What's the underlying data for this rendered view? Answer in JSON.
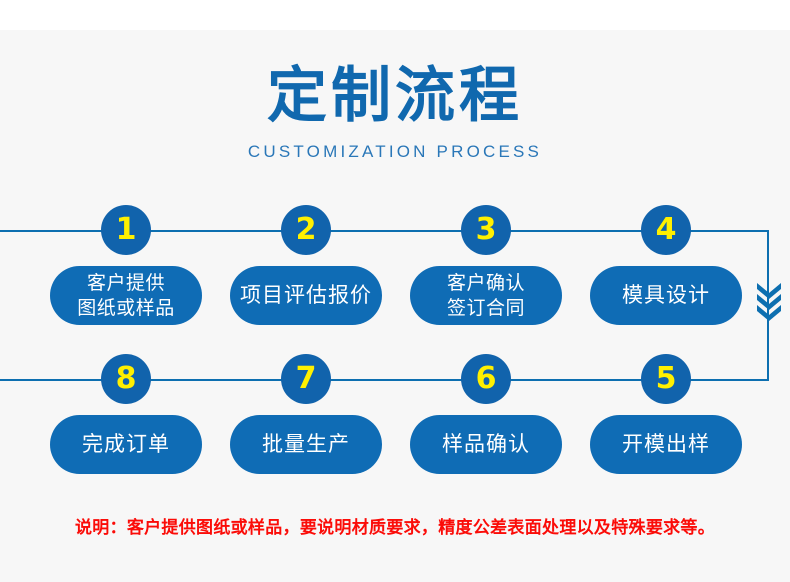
{
  "header": {
    "title_cn": "定制流程",
    "title_en": "CUSTOMIZATION PROCESS"
  },
  "colors": {
    "background": "#f7f7f7",
    "title_blue": "#1068ae",
    "subtitle_blue": "#2a77b8",
    "pill_blue": "#0f6cb5",
    "badge_blue": "#1163ac",
    "badge_number_yellow": "#fff000",
    "connector_blue": "#0d6fb0",
    "note_red": "#fb0c08"
  },
  "flow": {
    "top_row": [
      {
        "number": "1",
        "label": "客户提供\n图纸或样品",
        "lines": 2
      },
      {
        "number": "2",
        "label": "项目评估报价",
        "lines": 1
      },
      {
        "number": "3",
        "label": "客户确认\n签订合同",
        "lines": 2
      },
      {
        "number": "4",
        "label": "模具设计",
        "lines": 1
      }
    ],
    "bottom_row": [
      {
        "number": "8",
        "label": "完成订单",
        "lines": 1
      },
      {
        "number": "7",
        "label": "批量生产",
        "lines": 1
      },
      {
        "number": "6",
        "label": "样品确认",
        "lines": 1
      },
      {
        "number": "5",
        "label": "开模出样",
        "lines": 1
      }
    ]
  },
  "note": {
    "text": "说明：客户提供图纸或样品，要说明材质要求，精度公差表面处理以及特殊要求等。"
  }
}
